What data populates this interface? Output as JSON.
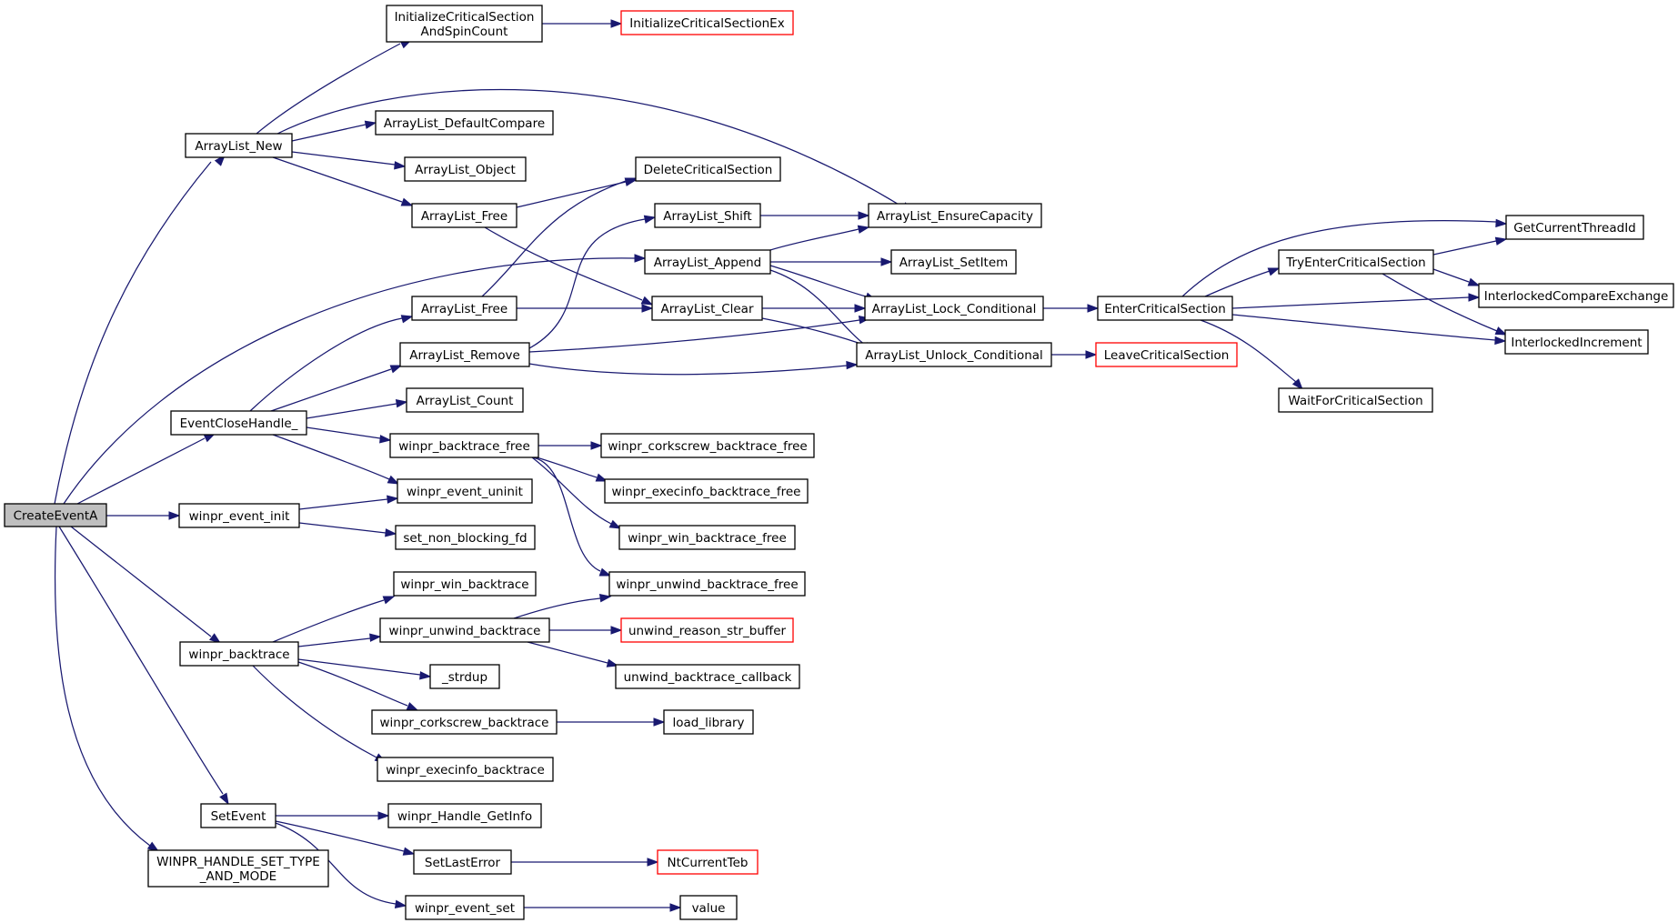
{
  "title": "",
  "colors": {
    "edge": "#191970",
    "box_border": "#000000",
    "truncated_border": "#ff0000",
    "root_fill": "#bfbfbf"
  },
  "nodes": [
    {
      "id": "CreateEventA",
      "label": [
        "CreateEventA"
      ],
      "kind": "root"
    },
    {
      "id": "ArrayList_New",
      "label": [
        "ArrayList_New"
      ]
    },
    {
      "id": "InitCSSpin",
      "label": [
        "InitializeCriticalSection",
        "AndSpinCount"
      ]
    },
    {
      "id": "InitCSEx",
      "label": [
        "InitializeCriticalSectionEx"
      ],
      "kind": "truncated"
    },
    {
      "id": "DefaultCompare",
      "label": [
        "ArrayList_DefaultCompare"
      ]
    },
    {
      "id": "ArrayList_Object",
      "label": [
        "ArrayList_Object"
      ]
    },
    {
      "id": "ArrayList_Free_1",
      "label": [
        "ArrayList_Free"
      ]
    },
    {
      "id": "DeleteCS",
      "label": [
        "DeleteCriticalSection"
      ]
    },
    {
      "id": "ArrayList_Shift",
      "label": [
        "ArrayList_Shift"
      ]
    },
    {
      "id": "EnsureCapacity",
      "label": [
        "ArrayList_EnsureCapacity"
      ]
    },
    {
      "id": "ArrayList_Append",
      "label": [
        "ArrayList_Append"
      ]
    },
    {
      "id": "SetItem",
      "label": [
        "ArrayList_SetItem"
      ]
    },
    {
      "id": "ArrayList_Free_2",
      "label": [
        "ArrayList_Free"
      ]
    },
    {
      "id": "ArrayList_Clear",
      "label": [
        "ArrayList_Clear"
      ]
    },
    {
      "id": "LockCond",
      "label": [
        "ArrayList_Lock_Conditional"
      ]
    },
    {
      "id": "EnterCS",
      "label": [
        "EnterCriticalSection"
      ]
    },
    {
      "id": "ArrayList_Remove",
      "label": [
        "ArrayList_Remove"
      ]
    },
    {
      "id": "UnlockCond",
      "label": [
        "ArrayList_Unlock_Conditional"
      ]
    },
    {
      "id": "LeaveCS",
      "label": [
        "LeaveCriticalSection"
      ],
      "kind": "truncated"
    },
    {
      "id": "TryEnterCS",
      "label": [
        "TryEnterCriticalSection"
      ]
    },
    {
      "id": "GetCurrentThreadId",
      "label": [
        "GetCurrentThreadId"
      ]
    },
    {
      "id": "InterlockedCompareExchange",
      "label": [
        "InterlockedCompareExchange"
      ]
    },
    {
      "id": "InterlockedIncrement",
      "label": [
        "InterlockedIncrement"
      ]
    },
    {
      "id": "WaitForCS",
      "label": [
        "WaitForCriticalSection"
      ]
    },
    {
      "id": "ArrayList_Count",
      "label": [
        "ArrayList_Count"
      ]
    },
    {
      "id": "EventCloseHandle",
      "label": [
        "EventCloseHandle_"
      ]
    },
    {
      "id": "bt_free",
      "label": [
        "winpr_backtrace_free"
      ]
    },
    {
      "id": "corkscrew_bt_free",
      "label": [
        "winpr_corkscrew_backtrace_free"
      ]
    },
    {
      "id": "execinfo_bt_free",
      "label": [
        "winpr_execinfo_backtrace_free"
      ]
    },
    {
      "id": "win_bt_free",
      "label": [
        "winpr_win_backtrace_free"
      ]
    },
    {
      "id": "unwind_bt_free",
      "label": [
        "winpr_unwind_backtrace_free"
      ]
    },
    {
      "id": "event_uninit",
      "label": [
        "winpr_event_uninit"
      ]
    },
    {
      "id": "event_init",
      "label": [
        "winpr_event_init"
      ]
    },
    {
      "id": "set_non_blocking_fd",
      "label": [
        "set_non_blocking_fd"
      ]
    },
    {
      "id": "win_bt",
      "label": [
        "winpr_win_backtrace"
      ]
    },
    {
      "id": "unwind_bt",
      "label": [
        "winpr_unwind_backtrace"
      ]
    },
    {
      "id": "unwind_reason",
      "label": [
        "unwind_reason_str_buffer"
      ],
      "kind": "truncated"
    },
    {
      "id": "unwind_cb",
      "label": [
        "unwind_backtrace_callback"
      ]
    },
    {
      "id": "winpr_backtrace",
      "label": [
        "winpr_backtrace"
      ]
    },
    {
      "id": "strdup",
      "label": [
        "_strdup"
      ]
    },
    {
      "id": "corkscrew_bt",
      "label": [
        "winpr_corkscrew_backtrace"
      ]
    },
    {
      "id": "load_library",
      "label": [
        "load_library"
      ]
    },
    {
      "id": "execinfo_bt",
      "label": [
        "winpr_execinfo_backtrace"
      ]
    },
    {
      "id": "SetEvent",
      "label": [
        "SetEvent"
      ]
    },
    {
      "id": "Handle_GetInfo",
      "label": [
        "winpr_Handle_GetInfo"
      ]
    },
    {
      "id": "SetLastError",
      "label": [
        "SetLastError"
      ]
    },
    {
      "id": "NtCurrentTeb",
      "label": [
        "NtCurrentTeb"
      ],
      "kind": "truncated"
    },
    {
      "id": "event_set",
      "label": [
        "winpr_event_set"
      ]
    },
    {
      "id": "value",
      "label": [
        "value"
      ]
    },
    {
      "id": "HandleSetType",
      "label": [
        "WINPR_HANDLE_SET_TYPE",
        "_AND_MODE"
      ]
    }
  ],
  "edges": [
    [
      "CreateEventA",
      "ArrayList_New"
    ],
    [
      "ArrayList_New",
      "InitCSSpin"
    ],
    [
      "InitCSSpin",
      "InitCSEx"
    ],
    [
      "ArrayList_New",
      "EnsureCapacity"
    ],
    [
      "ArrayList_New",
      "DefaultCompare"
    ],
    [
      "ArrayList_New",
      "ArrayList_Object"
    ],
    [
      "ArrayList_New",
      "ArrayList_Free_1"
    ],
    [
      "ArrayList_Free_1",
      "DeleteCS"
    ],
    [
      "ArrayList_Free_1",
      "ArrayList_Clear"
    ],
    [
      "CreateEventA",
      "ArrayList_Append"
    ],
    [
      "ArrayList_Append",
      "EnsureCapacity"
    ],
    [
      "ArrayList_Append",
      "SetItem"
    ],
    [
      "ArrayList_Append",
      "LockCond"
    ],
    [
      "ArrayList_Append",
      "UnlockCond"
    ],
    [
      "ArrayList_Shift",
      "EnsureCapacity"
    ],
    [
      "ArrayList_Free_2",
      "DeleteCS"
    ],
    [
      "ArrayList_Free_2",
      "ArrayList_Clear"
    ],
    [
      "ArrayList_Clear",
      "LockCond"
    ],
    [
      "ArrayList_Clear",
      "UnlockCond"
    ],
    [
      "ArrayList_Remove",
      "ArrayList_Shift"
    ],
    [
      "ArrayList_Remove",
      "LockCond"
    ],
    [
      "ArrayList_Remove",
      "UnlockCond"
    ],
    [
      "LockCond",
      "EnterCS"
    ],
    [
      "UnlockCond",
      "LeaveCS"
    ],
    [
      "EnterCS",
      "GetCurrentThreadId"
    ],
    [
      "EnterCS",
      "TryEnterCS"
    ],
    [
      "EnterCS",
      "InterlockedCompareExchange"
    ],
    [
      "EnterCS",
      "InterlockedIncrement"
    ],
    [
      "EnterCS",
      "WaitForCS"
    ],
    [
      "TryEnterCS",
      "GetCurrentThreadId"
    ],
    [
      "TryEnterCS",
      "InterlockedCompareExchange"
    ],
    [
      "TryEnterCS",
      "InterlockedIncrement"
    ],
    [
      "CreateEventA",
      "EventCloseHandle"
    ],
    [
      "EventCloseHandle",
      "ArrayList_Free_2"
    ],
    [
      "EventCloseHandle",
      "ArrayList_Remove"
    ],
    [
      "EventCloseHandle",
      "ArrayList_Count"
    ],
    [
      "EventCloseHandle",
      "bt_free"
    ],
    [
      "EventCloseHandle",
      "event_uninit"
    ],
    [
      "bt_free",
      "corkscrew_bt_free"
    ],
    [
      "bt_free",
      "execinfo_bt_free"
    ],
    [
      "bt_free",
      "win_bt_free"
    ],
    [
      "bt_free",
      "unwind_bt_free"
    ],
    [
      "CreateEventA",
      "event_init"
    ],
    [
      "event_init",
      "event_uninit"
    ],
    [
      "event_init",
      "set_non_blocking_fd"
    ],
    [
      "CreateEventA",
      "winpr_backtrace"
    ],
    [
      "winpr_backtrace",
      "win_bt"
    ],
    [
      "winpr_backtrace",
      "unwind_bt"
    ],
    [
      "winpr_backtrace",
      "strdup"
    ],
    [
      "winpr_backtrace",
      "corkscrew_bt"
    ],
    [
      "winpr_backtrace",
      "execinfo_bt"
    ],
    [
      "unwind_bt",
      "unwind_bt_free"
    ],
    [
      "unwind_bt",
      "unwind_reason"
    ],
    [
      "unwind_bt",
      "unwind_cb"
    ],
    [
      "corkscrew_bt",
      "load_library"
    ],
    [
      "CreateEventA",
      "SetEvent"
    ],
    [
      "SetEvent",
      "Handle_GetInfo"
    ],
    [
      "SetEvent",
      "SetLastError"
    ],
    [
      "SetEvent",
      "event_set"
    ],
    [
      "SetLastError",
      "NtCurrentTeb"
    ],
    [
      "event_set",
      "value"
    ],
    [
      "CreateEventA",
      "HandleSetType"
    ]
  ]
}
